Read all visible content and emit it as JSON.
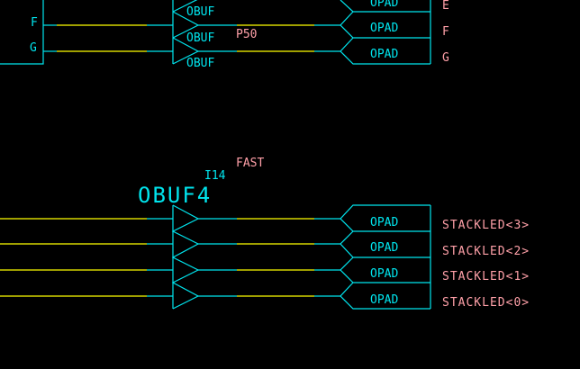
{
  "colors": {
    "background": "#000000",
    "symbol": "#00e5ee",
    "highlight_wire": "#ffff00",
    "net_label": "#ffa0a8"
  },
  "top_block": {
    "source_pins": [
      "F",
      "G"
    ],
    "buffers": [
      {
        "label": "OBUF"
      },
      {
        "label": "OBUF"
      },
      {
        "label": "OBUF"
      }
    ],
    "wire_label": "P50",
    "pads": [
      {
        "label": "OPAD",
        "net": "E"
      },
      {
        "label": "OPAD",
        "net": "F"
      },
      {
        "label": "OPAD",
        "net": "G"
      }
    ]
  },
  "bottom_block": {
    "component": "OBUF4",
    "instance": "I14",
    "attribute": "FAST",
    "pads": [
      {
        "label": "OPAD",
        "net": "STACKLED<3>"
      },
      {
        "label": "OPAD",
        "net": "STACKLED<2>"
      },
      {
        "label": "OPAD",
        "net": "STACKLED<1>"
      },
      {
        "label": "OPAD",
        "net": "STACKLED<0>"
      }
    ]
  }
}
